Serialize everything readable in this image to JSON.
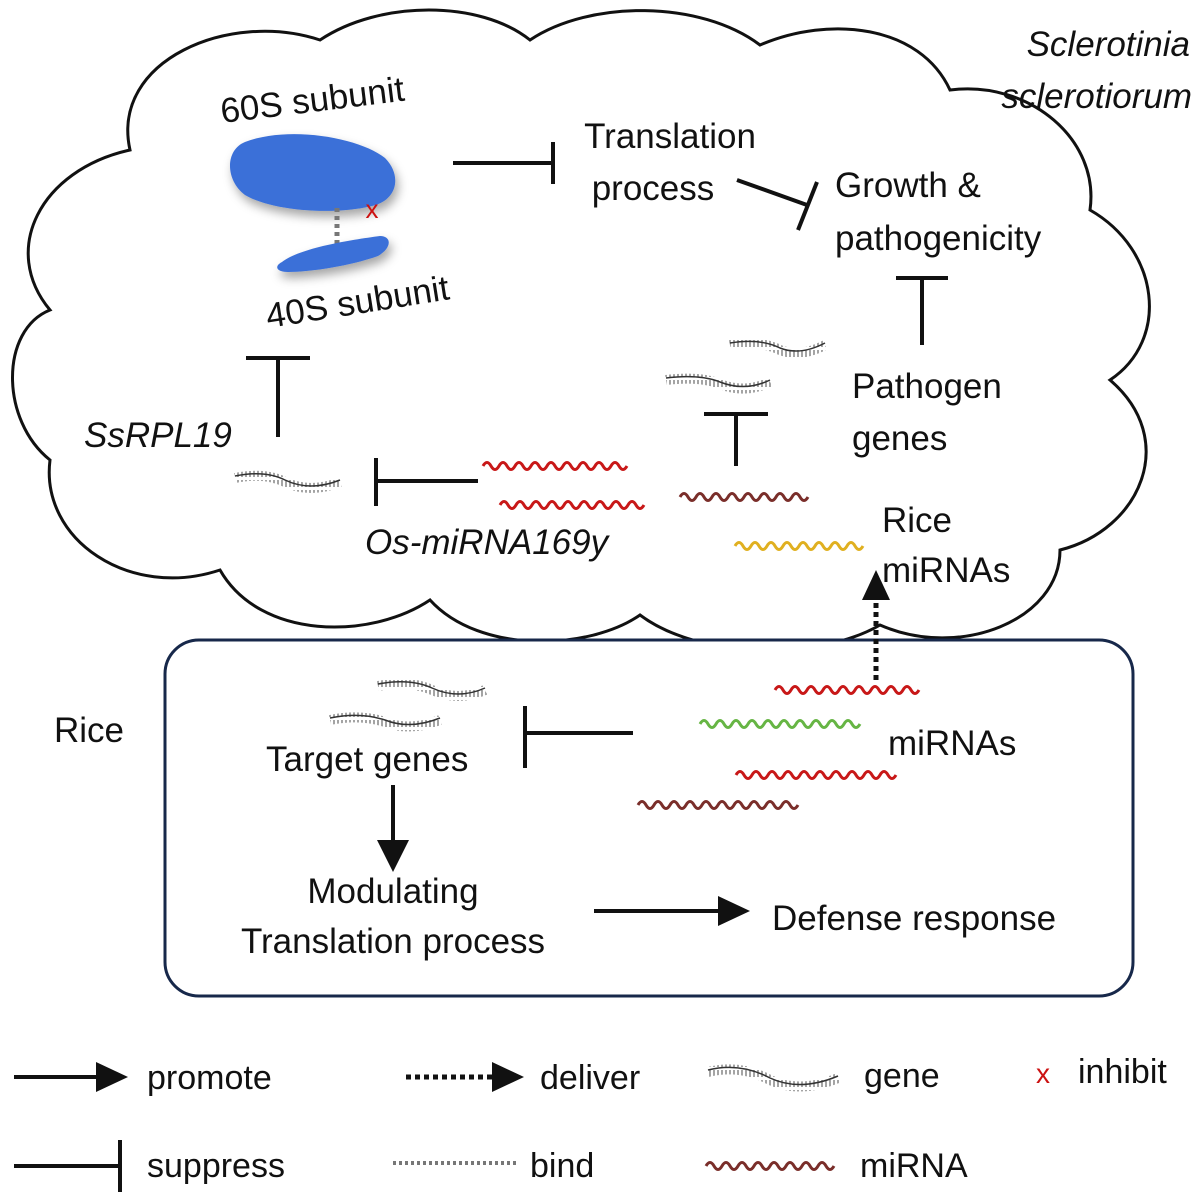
{
  "organisms": {
    "pathogen_line1": "Sclerotinia",
    "pathogen_line2": "sclerotiorum",
    "host": "Rice"
  },
  "ribosome": {
    "large": "60S subunit",
    "small": "40S subunit",
    "inhibit_mark": "x"
  },
  "pathogen_cell": {
    "translation_line1": "Translation",
    "translation_line2": "process",
    "growth_line1": "Growth  &",
    "growth_line2": "pathogenicity",
    "pathogen_genes_line1": "Pathogen",
    "pathogen_genes_line2": "genes",
    "ssrpl19": "SsRPL19",
    "os_mirna": "Os-miRNA169y",
    "rice_mirnas_line1": "Rice",
    "rice_mirnas_line2": "miRNAs"
  },
  "rice_cell": {
    "target_genes": "Target genes",
    "mirnas": "miRNAs",
    "modulating_line1": "Modulating",
    "modulating_line2": "Translation process",
    "defense": "Defense response"
  },
  "legend": {
    "promote": "promote",
    "deliver": "deliver",
    "gene": "gene",
    "inhibit_mark": "x",
    "inhibit": "inhibit",
    "suppress": "suppress",
    "bind": "bind",
    "mirna": "miRNA"
  },
  "colors": {
    "ribosome": "#3a6fd8",
    "inhibit_mark": "#cc1111",
    "mirna_red": "#c81818",
    "mirna_brown": "#7a2e2a",
    "mirna_green": "#66b544",
    "mirna_yellow": "#e0b020",
    "box_border": "#17284a",
    "gene_strand": "#555555"
  }
}
